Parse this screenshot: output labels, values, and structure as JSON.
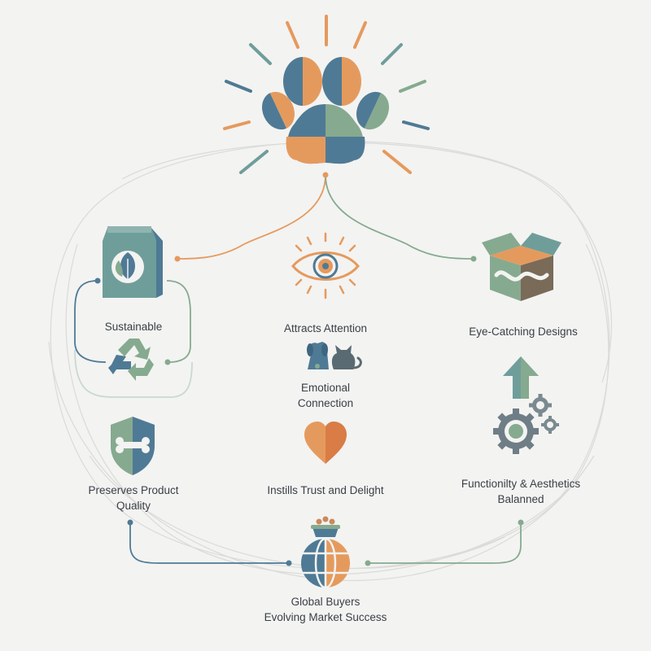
{
  "colors": {
    "blue": "#4f7a95",
    "orange": "#e59a5d",
    "green": "#86aa8f",
    "teal": "#6f9e9a",
    "brown": "#7a6a58",
    "heart": "#e0874f"
  },
  "nodes": {
    "sustainable": {
      "label": "Sustainable",
      "icons": [
        "eco-bag-icon",
        "recycle-icon"
      ]
    },
    "attention": {
      "label": "Attracts Attention",
      "icon": "eye-icon"
    },
    "eye_catching": {
      "label": "Eye-Catching Designs",
      "icon": "open-box-icon"
    },
    "emotional": {
      "line1": "Emotional",
      "line2": "Connection",
      "icon": "dog-cat-icon"
    },
    "preserves": {
      "line1": "Preserves Product",
      "line2": "Quality",
      "icon": "bone-shield-icon"
    },
    "trust": {
      "label": "Instills Trust and Delight",
      "icon": "heart-icon"
    },
    "functionality": {
      "line1": "Functionilty & Aesthetics",
      "line2": "Balanned",
      "icons": [
        "up-arrow-icon",
        "gears-icon"
      ]
    },
    "global": {
      "line1": "Global Buyers",
      "line2": "Evolving Market Success",
      "icons": [
        "pet-bowl-icon",
        "globe-icon"
      ]
    }
  },
  "hero_icon": "paw-burst-icon"
}
